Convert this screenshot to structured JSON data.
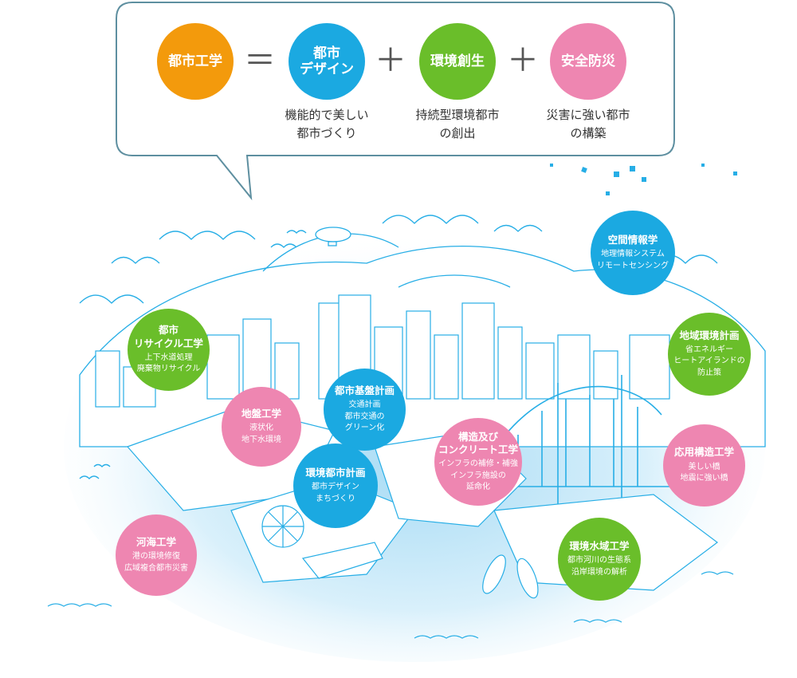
{
  "equation": {
    "result": {
      "label": "都市工学",
      "color": "#f39a0c"
    },
    "equals_sign": "＝",
    "plus_sign": "＋",
    "terms": [
      {
        "label": "都市\nデザイン",
        "color": "#1ba9e1",
        "subtitle": [
          "機能的で美しい",
          "都市づくり"
        ]
      },
      {
        "label": "環境創生",
        "color": "#6abe2a",
        "subtitle": [
          "持続型環境都市",
          "の創出"
        ]
      },
      {
        "label": "安全防災",
        "color": "#ee86b1",
        "subtitle": [
          "災害に強い都市",
          "の構築"
        ]
      }
    ]
  },
  "fields": [
    {
      "title": "空間情報学",
      "sub": "地理情報システム\nリモートセンシング",
      "color": "#1ba9e1"
    },
    {
      "title": "都市\nリサイクル工学",
      "sub": "上下水道処理\n廃棄物リサイクル",
      "color": "#6abe2a"
    },
    {
      "title": "地域環境計画",
      "sub": "省エネルギー\nヒートアイランドの\n防止策",
      "color": "#6abe2a"
    },
    {
      "title": "都市基盤計画",
      "sub": "交通計画\n都市交通の\nグリーン化",
      "color": "#1ba9e1"
    },
    {
      "title": "地盤工学",
      "sub": "液状化\n地下水環境",
      "color": "#ee86b1"
    },
    {
      "title": "構造及び\nコンクリート工学",
      "sub": "インフラの補修・補強\nインフラ施設の\n延命化",
      "color": "#ee86b1"
    },
    {
      "title": "応用構造工学",
      "sub": "美しい橋\n地震に強い橋",
      "color": "#ee86b1"
    },
    {
      "title": "環境都市計画",
      "sub": "都市デザイン\nまちづくり",
      "color": "#1ba9e1"
    },
    {
      "title": "河海工学",
      "sub": "港の環境修復\n広域複合都市災害",
      "color": "#ee86b1"
    },
    {
      "title": "環境水域工学",
      "sub": "都市河川の生態系\n沿岸環境の解析",
      "color": "#6abe2a"
    }
  ],
  "colors": {
    "line_art": "#27aee6",
    "water": "#bfe6f7",
    "callout_border": "#5e8fa0"
  }
}
